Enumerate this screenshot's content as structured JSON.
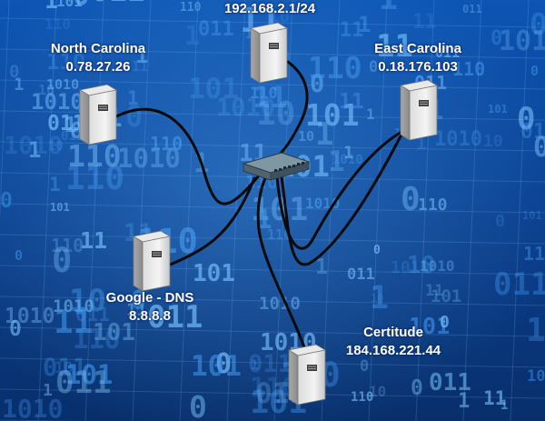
{
  "background": {
    "base_color": "#0a3f8f",
    "glow_color": "#5fb6ff",
    "digits": [
      "0",
      "1",
      "10",
      "11",
      "110",
      "101",
      "011",
      "1010"
    ]
  },
  "switch": {
    "icon": "network-switch-icon",
    "colors": {
      "body": "#4f6470",
      "top": "#7f96a3",
      "ports": "#1d2a33"
    }
  },
  "cable_color": "#0a0a0a",
  "nodes": [
    {
      "id": "top",
      "icon": "server-icon",
      "title": "192.168.2.1/24",
      "ip": ""
    },
    {
      "id": "north-carolina",
      "icon": "server-icon",
      "title": "North Carolina",
      "ip": "0.78.27.26"
    },
    {
      "id": "east-carolina",
      "icon": "server-icon",
      "title": "East Carolina",
      "ip": "0.18.176.103"
    },
    {
      "id": "google-dns",
      "icon": "server-icon",
      "title": "Google - DNS",
      "ip": "8.8.8.8"
    },
    {
      "id": "certitude",
      "icon": "server-icon",
      "title": "Certitude",
      "ip": "184.168.221.44"
    }
  ]
}
